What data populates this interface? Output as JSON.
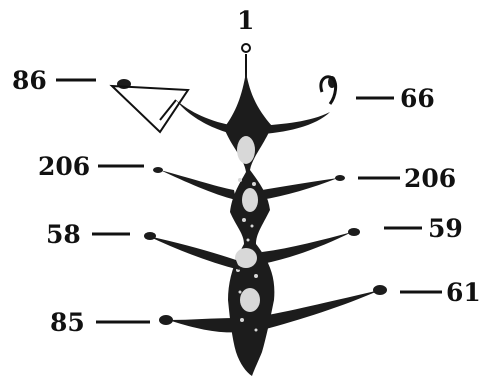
{
  "figure": {
    "labels": {
      "top": "1",
      "upper_left": "86",
      "upper_right": "66",
      "middle_left": "206",
      "middle_right": "206",
      "lower_left": "58",
      "lower_right": "59",
      "bottom_left": "85",
      "bottom_right": "61"
    },
    "colors": {
      "ink": "#111111",
      "body": "#1c1c1c",
      "speckle": "#d8d8d8",
      "background": "#ffffff"
    }
  }
}
